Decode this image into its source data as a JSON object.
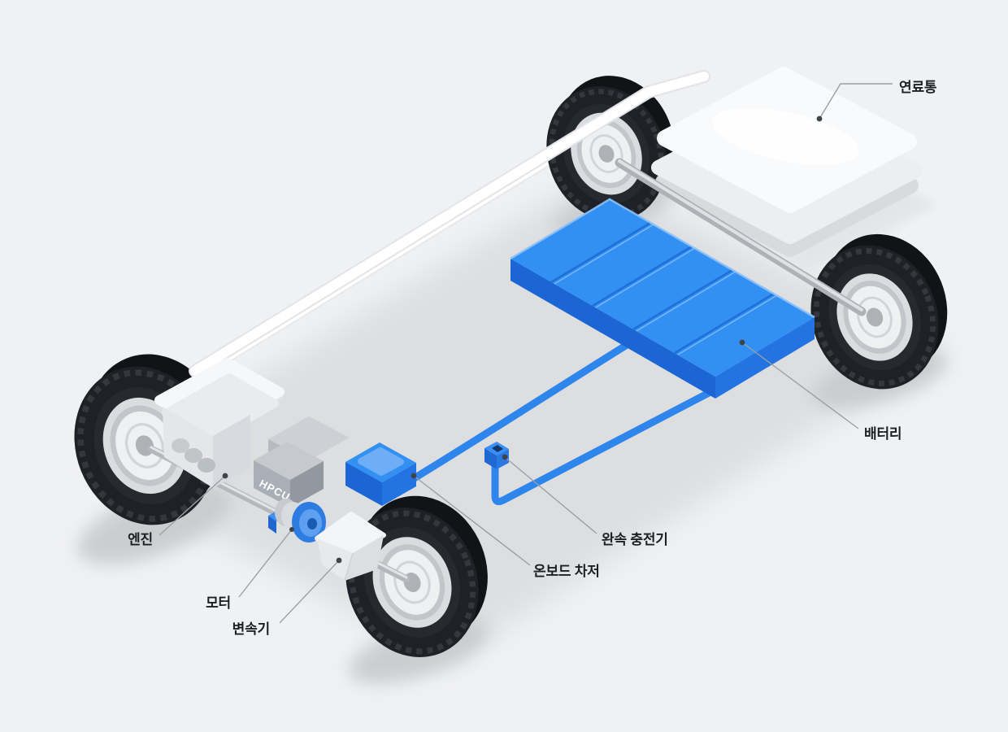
{
  "labels": {
    "fuel_tank": "연료통",
    "battery": "배터리",
    "slow_charger": "완속 충전기",
    "onboard_charger": "온보드 차저",
    "engine": "엔진",
    "motor": "모터",
    "transmission": "변속기"
  },
  "badges": {
    "hpcu": "HPCU"
  },
  "colors": {
    "background": "#f0f1f3",
    "accent_blue": "#2e86ec",
    "battery_top": "#3190f2",
    "battery_front": "#1b66d4",
    "battery_right": "#2373e2",
    "label_text": "#1d2023",
    "callout_line": "#9aa0a6",
    "callout_dot": "#3f4449"
  }
}
